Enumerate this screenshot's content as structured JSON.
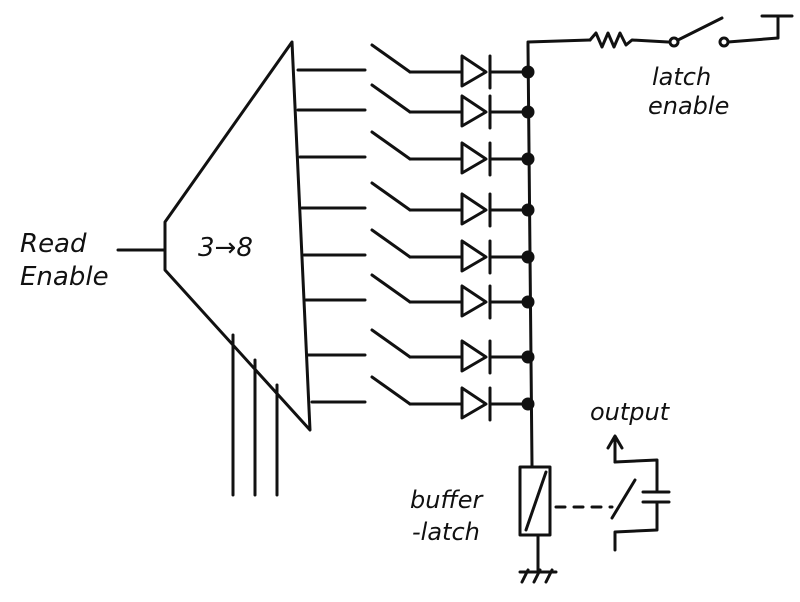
{
  "labels": {
    "read_enable_1": "Read",
    "read_enable_2": "Enable",
    "decoder": "3→8",
    "latch_enable_1": "latch",
    "latch_enable_2": "enable",
    "output": "output",
    "buffer_latch_1": "buffer",
    "buffer_latch_2": "-latch"
  },
  "diode_rows": 8,
  "address_lines": 3
}
